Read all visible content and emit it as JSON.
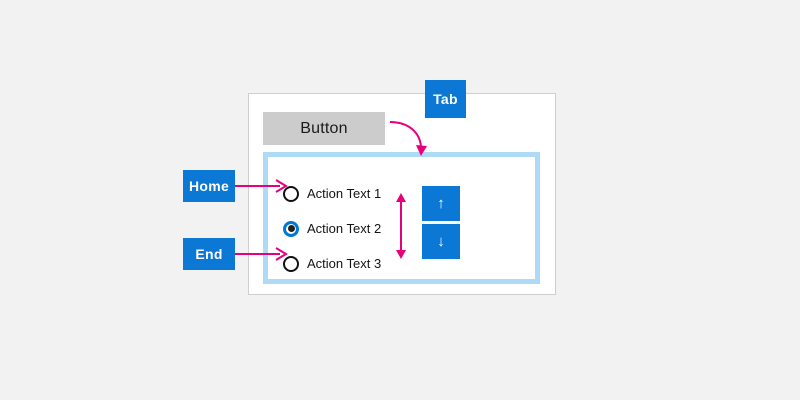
{
  "diagram": {
    "background_color": "#f2f2f2",
    "accent_color": "#0a78d4",
    "annotation_color": "#e6007e",
    "focus_border_color": "#addaf5"
  },
  "window": {
    "name": "dialog-window",
    "button": {
      "label": "Button",
      "background_color": "#cccccc"
    },
    "radio_group": {
      "name": "action-radio-group",
      "options": [
        {
          "label": "Action Text 1",
          "selected": false
        },
        {
          "label": "Action Text 2",
          "selected": true
        },
        {
          "label": "Action Text 3",
          "selected": false
        }
      ]
    },
    "spinner": {
      "up_button": {
        "label": "↑",
        "icon": "arrow-up-icon"
      },
      "down_button": {
        "label": "↓",
        "icon": "arrow-down-icon"
      }
    }
  },
  "callouts": [
    {
      "key": "Tab",
      "name": "key-chip-tab",
      "target": "radio-group-container"
    },
    {
      "key": "Home",
      "name": "key-chip-home",
      "target": "radio-option-1"
    },
    {
      "key": "End",
      "name": "key-chip-end",
      "target": "radio-option-3"
    }
  ],
  "annotations": {
    "tab_curve": "curved-arrow-tab-to-group",
    "updown_double": "double-arrow-up-down-within-group",
    "home_pointer": "arrow-home-to-first-option",
    "end_pointer": "arrow-end-to-last-option"
  }
}
